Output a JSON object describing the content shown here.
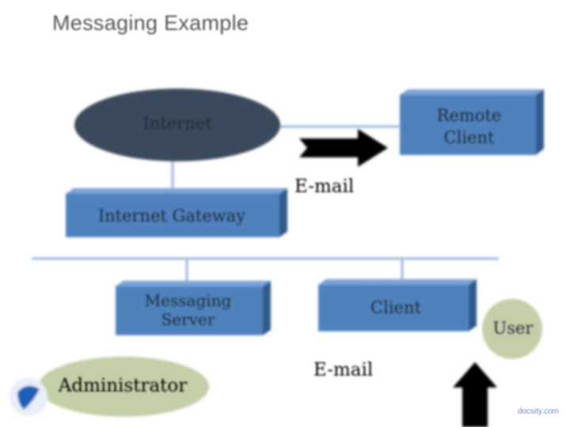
{
  "title": "Messaging Example",
  "nodes": {
    "internet": "Internet",
    "remote_client": "Remote Client",
    "internet_gateway": "Internet Gateway",
    "messaging_server": "Messaging Server",
    "client": "Client",
    "user": "User",
    "administrator": "Administrator"
  },
  "edge_labels": {
    "email_top": "E-mail",
    "email_bottom": "E-mail"
  },
  "watermark": "docsity.com",
  "colors": {
    "box_fill": "#4f81bd",
    "box_side": "#2e5a8e",
    "internet_fill": "#3a4a5c",
    "ellipse_fill": "#c4cfa8",
    "line": "#9cb7db",
    "arrow": "#000000",
    "text": "#1f2d3d"
  }
}
